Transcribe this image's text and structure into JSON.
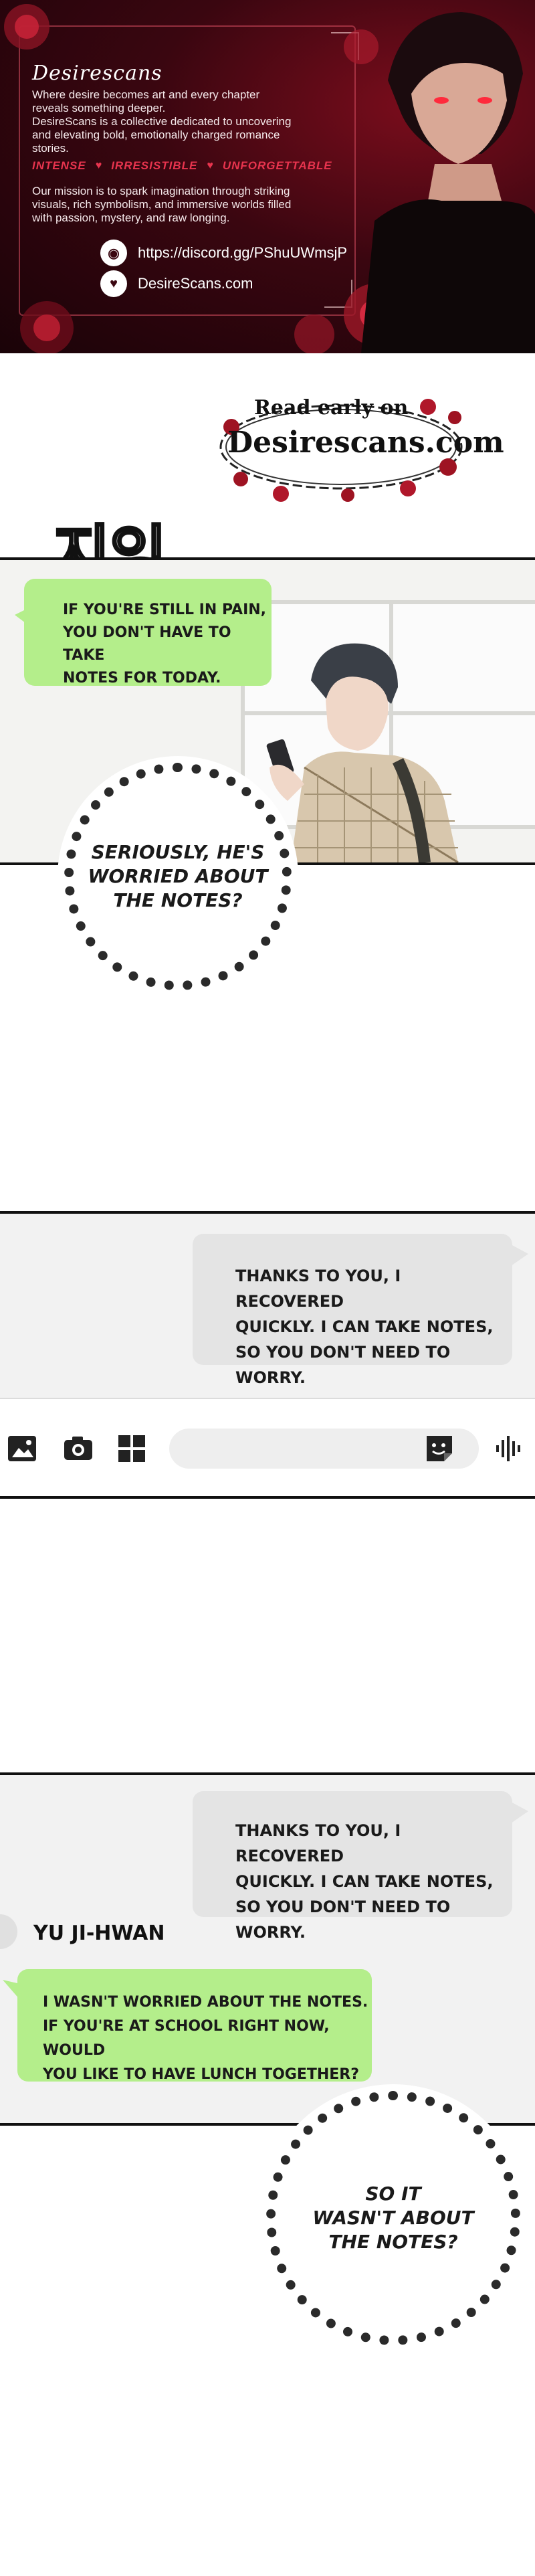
{
  "banner": {
    "brand": "Desirescans",
    "desc1": [
      "Where desire becomes art and every chapter",
      "reveals something deeper."
    ],
    "desc2": [
      "DesireScans is a collective dedicated to uncovering",
      "and elevating bold, emotionally charged romance",
      "stories."
    ],
    "tags": [
      "INTENSE",
      "IRRESISTIBLE",
      "UNFORGETTABLE"
    ],
    "mission": [
      "Our mission is to spark imagination through striking",
      "visuals, rich symbolism, and immersive worlds filled",
      "with passion, mystery, and raw longing."
    ],
    "discord": "https://discord.gg/PShuUWmsjP",
    "website": "DesireScans.com"
  },
  "read_early": {
    "label": "Read early on",
    "site": "Desirescans.com"
  },
  "panel1": {
    "sfx": "지잉",
    "message": [
      "IF YOU'RE STILL IN PAIN,",
      "YOU DON'T HAVE TO TAKE",
      "NOTES FOR TODAY."
    ],
    "thought": [
      "SERIOUSLY, HE'S",
      "WORRIED ABOUT",
      "THE NOTES?"
    ]
  },
  "panel2": {
    "message": [
      "THANKS TO YOU, I RECOVERED",
      "QUICKLY. I CAN TAKE NOTES,",
      "SO YOU DON'T NEED TO WORRY."
    ]
  },
  "panel3": {
    "sent": [
      "THANKS TO YOU, I RECOVERED",
      "QUICKLY. I CAN TAKE NOTES,",
      "SO YOU DON'T NEED TO WORRY."
    ],
    "sender": "YU JI-HWAN",
    "reply": [
      "I WASN'T WORRIED ABOUT THE NOTES.",
      "IF YOU'RE AT SCHOOL RIGHT NOW, WOULD",
      "YOU LIKE TO HAVE LUNCH TOGETHER?"
    ],
    "thought": [
      "SO IT",
      "WASN'T ABOUT",
      "THE NOTES?"
    ]
  },
  "colors": {
    "bubble_green": "#b4ee8b",
    "bubble_gray": "#e4e4e4",
    "banner_red": "#e8344e"
  }
}
